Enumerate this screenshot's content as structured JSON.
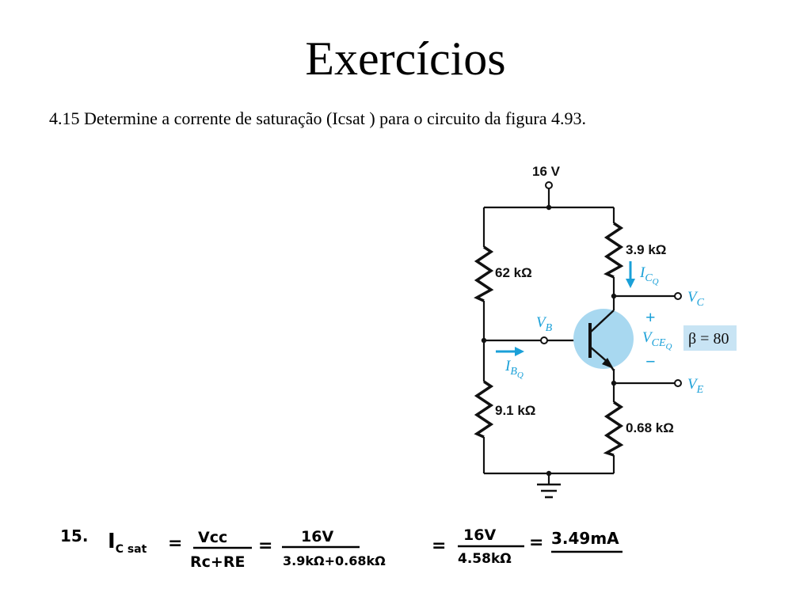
{
  "slide": {
    "title": "Exercícios",
    "statement": "4.15 Determine a corrente de saturação (Icsat ) para o circuito da figura 4.93."
  },
  "circuit": {
    "supply_label": "16 V",
    "r1_label": "62 kΩ",
    "r2_label": "9.1 kΩ",
    "rc_label": "3.9 kΩ",
    "re_label": "0.68 kΩ",
    "beta_label": "β = 80",
    "vb_label": "V",
    "vb_sub": "B",
    "vc_label": "V",
    "vc_sub": "C",
    "ve_label": "V",
    "ve_sub": "E",
    "vce_label": "V",
    "vce_sub": "CE",
    "vce_subsub": "Q",
    "icq_label": "I",
    "icq_sub": "C",
    "icq_subsub": "Q",
    "ibq_label": "I",
    "ibq_sub": "B",
    "ibq_subsub": "Q",
    "plus_sign": "+",
    "minus_sign": "−",
    "colors": {
      "accent": "#1aa0d8",
      "transistor_bg": "#a8d8f0",
      "beta_bg": "#c8e4f4"
    }
  },
  "solution": {
    "number": "15.",
    "lhs_main": "I",
    "lhs_sub": "C sat",
    "eq1": "=",
    "frac1_num": "Vcc",
    "frac1_den": "Rc+RE",
    "eq2": "=",
    "frac2_num": "16V",
    "frac2_den": "3.9kΩ+0.68kΩ",
    "eq3": "=",
    "frac3_num": "16V",
    "frac3_den": "4.58kΩ",
    "eq4": "=",
    "result": "3.49mA"
  }
}
